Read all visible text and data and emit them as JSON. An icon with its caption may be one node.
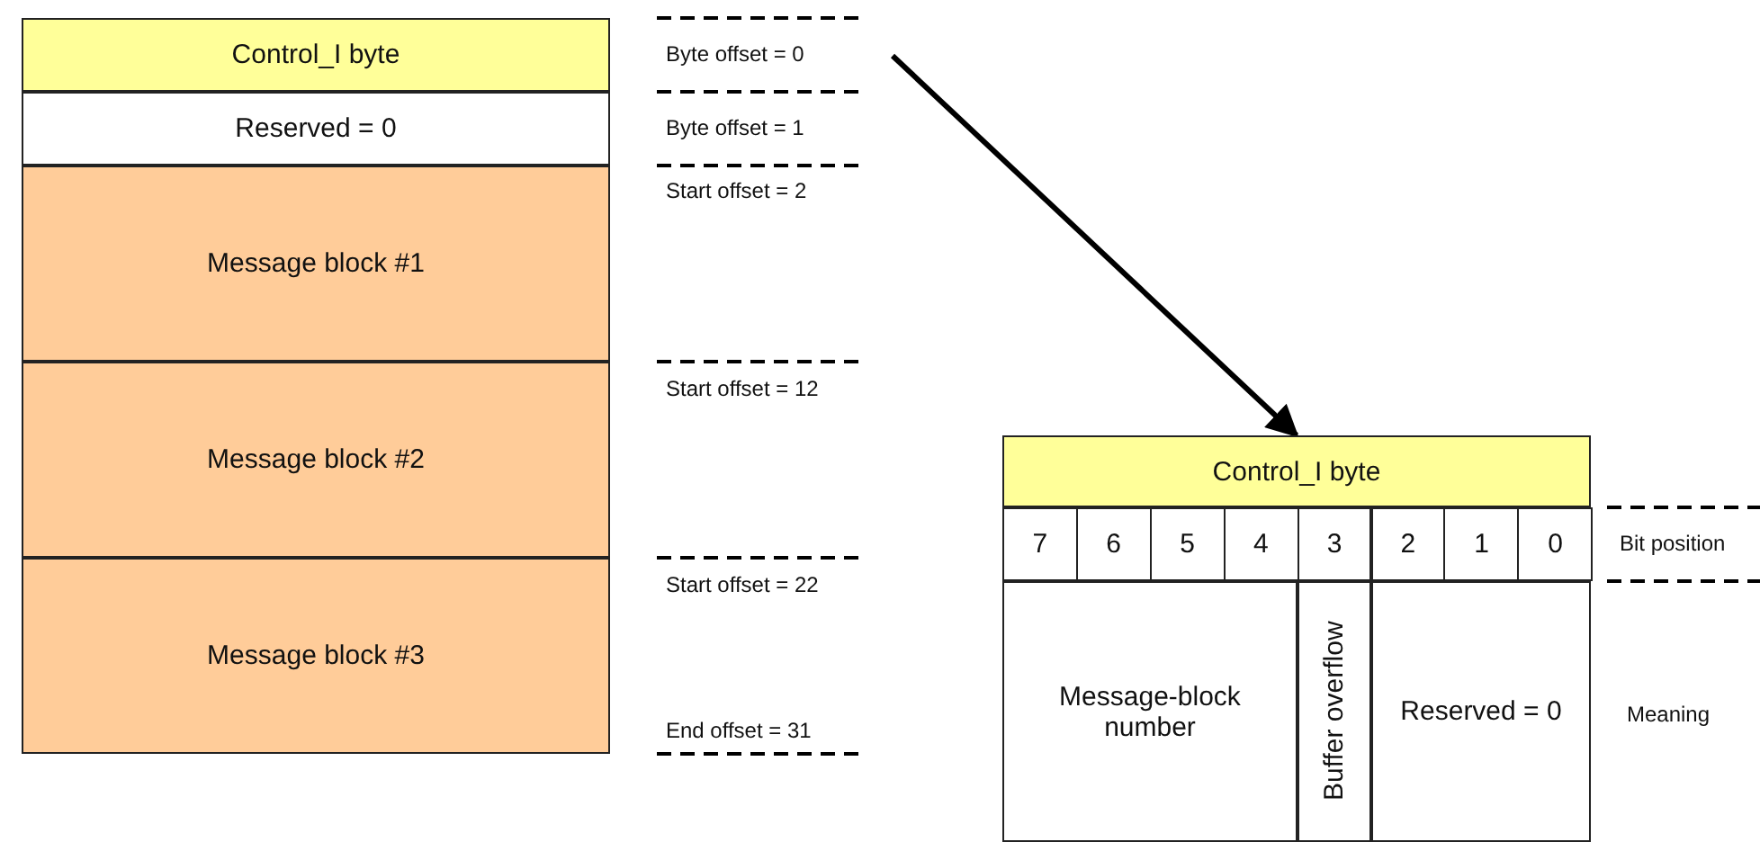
{
  "diagram": {
    "nodes": [
      {
        "text": [
          "Control_I byte"
        ]
      },
      {
        "text": [
          "Reserved = 0"
        ]
      },
      {
        "text": [
          "Message block #1"
        ]
      },
      {
        "text": [
          "Message block #2"
        ]
      },
      {
        "text": [
          "Message block #3"
        ]
      },
      {
        "text": [
          "Control_I byte"
        ]
      },
      {
        "text": [
          "7"
        ]
      },
      {
        "text": [
          "6"
        ]
      },
      {
        "text": [
          "5"
        ]
      },
      {
        "text": [
          "4"
        ]
      },
      {
        "text": [
          "3"
        ]
      },
      {
        "text": [
          "2"
        ]
      },
      {
        "text": [
          "1"
        ]
      },
      {
        "text": [
          "0"
        ]
      },
      {
        "text": [
          "Message-block number"
        ]
      },
      {
        "text": [
          "Buffer overflow"
        ]
      },
      {
        "text": [
          "Reserved = 0"
        ]
      }
    ],
    "edges": [
      {
        "from": null,
        "to": 5,
        "arrow": "to"
      }
    ],
    "labels": [
      "Byte offset = 0",
      "Byte offset = 1",
      "Start offset = 2",
      "Start offset = 12",
      "Start offset = 22",
      "End offset = 31",
      "Bit position",
      "Meaning"
    ]
  }
}
